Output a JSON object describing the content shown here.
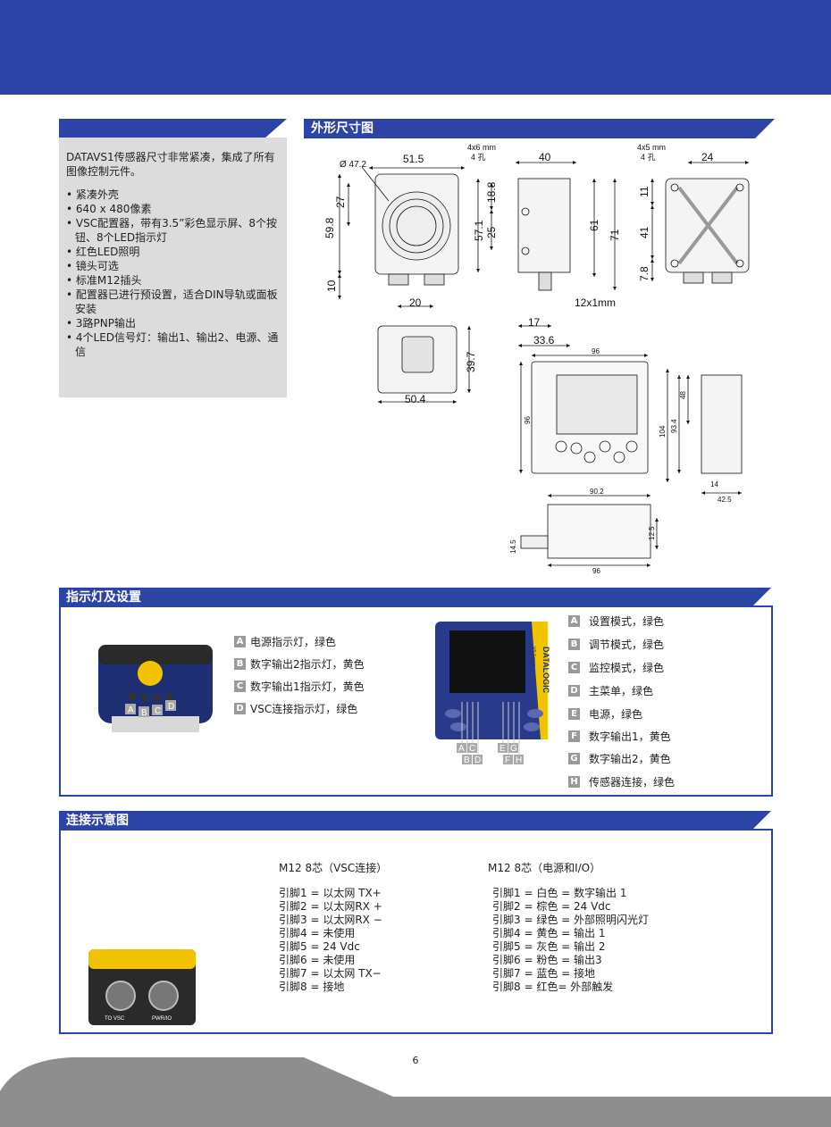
{
  "intro": {
    "paragraph": "DATAVS1传感器尺寸非常紧凑，集成了所有图像控制元件。",
    "bullets": [
      "紧凑外壳",
      "640 x 480像素",
      "VSC配置器，带有3.5”彩色显示屏、8个按钮、8个LED指示灯",
      "红色LED照明",
      "镜头可选",
      "标准M12插头",
      "配置器已进行预设置，适合DIN导轨或面板安装",
      "3路PNP输出",
      "4个LED信号灯：输出1、输出2、电源、通信"
    ]
  },
  "dimensions": {
    "title": "外形尺寸图",
    "front": {
      "d472": "Ø 47.2",
      "w515": "51.5",
      "h27": "27",
      "h598": "59.8",
      "h10": "10",
      "w20": "20"
    },
    "side": {
      "hole": "4x6 mm",
      "hole2": "4 孔",
      "w40": "40",
      "h188": "18.8",
      "h571": "57.1",
      "h25": "25",
      "h61": "61",
      "h71": "71",
      "w12": "12x1mm",
      "w17": "17",
      "w336": "33.6"
    },
    "back": {
      "hole": "4x5 mm",
      "hole2": "4 孔",
      "w24": "24",
      "h11": "11",
      "h41": "41",
      "h78": "7.8"
    },
    "bottom": {
      "w504": "50.4",
      "h397": "39.7"
    },
    "vsc_front": {
      "w96": "96",
      "h96": "96"
    },
    "vsc_side": {
      "h48": "48",
      "h934": "93.4",
      "h104": "104",
      "w14": "14",
      "w425": "42.5"
    },
    "vsc_top": {
      "w902": "90.2",
      "h125": "12.5",
      "h145": "14.5",
      "w96": "96"
    }
  },
  "leds": {
    "title": "指示灯及设置",
    "sensor_items": [
      {
        "letter": "A",
        "text": "电源指示灯，绿色"
      },
      {
        "letter": "B",
        "text": "数字输出2指示灯，黄色"
      },
      {
        "letter": "C",
        "text": "数字输出1指示灯，黄色"
      },
      {
        "letter": "D",
        "text": "VSC连接指示灯，绿色"
      }
    ],
    "vsc_items": [
      {
        "letter": "A",
        "text": "设置模式，绿色"
      },
      {
        "letter": "B",
        "text": "调节模式，绿色"
      },
      {
        "letter": "C",
        "text": "监控模式，绿色"
      },
      {
        "letter": "D",
        "text": "主菜单，绿色"
      },
      {
        "letter": "E",
        "text": "电源，绿色"
      },
      {
        "letter": "F",
        "text": "数字输出1，黄色"
      },
      {
        "letter": "G",
        "text": "数字输出2，黄色"
      },
      {
        "letter": "H",
        "text": "传感器连接，绿色"
      }
    ],
    "brand": "DATALOGIC",
    "series": "VS Series"
  },
  "wiring": {
    "title": "连接示意图",
    "vsc_title": "M12 8芯（VSC连接）",
    "vsc_pins": "引脚1 = 以太网 TX+\n引脚2 = 以太网RX +\n引脚3 = 以太网RX −\n引脚4 = 未使用\n引脚5 = 24 Vdc\n引脚6 = 未使用\n引脚7 = 以太网 TX−\n引脚8 = 接地",
    "pwr_title": "M12 8芯（电源和I/O）",
    "pwr_pins": "引脚1 = 白色 = 数字输出 1\n引脚2 = 棕色 = 24 Vdc\n引脚3 = 绿色 = 外部照明闪光灯\n引脚4 = 黄色 = 输出 1\n引脚5 = 灰色 = 输出 2\n引脚6 = 粉色 = 输出3\n引脚7 = 蓝色 = 接地\n引脚8 = 红色= 外部触发",
    "conn_label_left": "TO VSC",
    "conn_label_right": "PWR/IO"
  },
  "page_number": "6",
  "colors": {
    "brand_blue": "#2c44a6",
    "panel_gray": "#dcdcdc",
    "footer_gray": "#8e8e8e"
  }
}
